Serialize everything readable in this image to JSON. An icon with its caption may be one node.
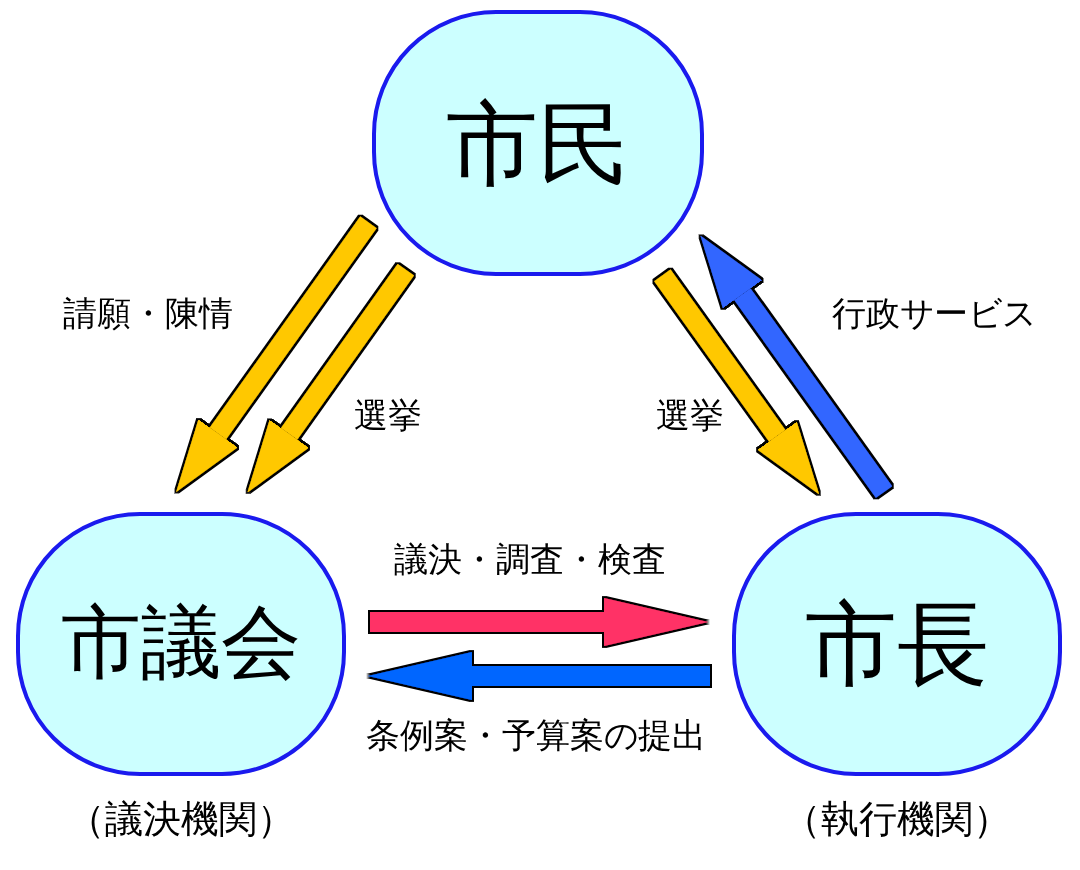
{
  "diagram": {
    "nodes": [
      {
        "text": [
          "市民"
        ]
      },
      {
        "text": [
          "市議会"
        ],
        "beside": [
          "（議決機関）"
        ]
      },
      {
        "text": [
          "市長"
        ],
        "beside": [
          "（執行機関）"
        ]
      }
    ],
    "edges": [
      {
        "from": 0,
        "to": 1,
        "arrow": "to",
        "label": "請願・陳情"
      },
      {
        "from": 0,
        "to": 1,
        "arrow": "to",
        "label": "選挙"
      },
      {
        "from": 0,
        "to": 2,
        "arrow": "to",
        "label": "選挙"
      },
      {
        "from": 2,
        "to": 0,
        "arrow": "to",
        "label": "行政サービス",
        "color": "#3366ff"
      },
      {
        "from": 1,
        "to": 2,
        "arrow": "to",
        "label": "議決・調査・検査",
        "color": "#ff3366"
      },
      {
        "from": 2,
        "to": 1,
        "arrow": "to",
        "label": "条例案・予算案の提出",
        "color": "#0066ff"
      }
    ]
  }
}
